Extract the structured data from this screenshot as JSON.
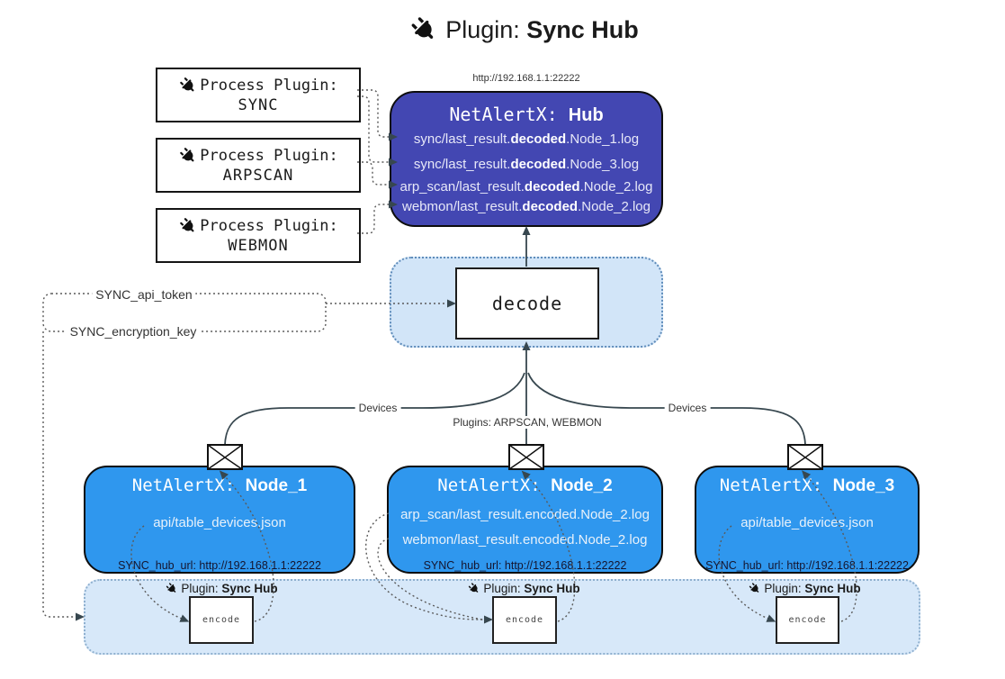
{
  "title": {
    "prefix": "Plugin: ",
    "bold": "Sync Hub"
  },
  "process_plugins": [
    {
      "label": "Process Plugin:",
      "name": "SYNC"
    },
    {
      "label": "Process Plugin:",
      "name": "ARPSCAN"
    },
    {
      "label": "Process Plugin:",
      "name": "WEBMON"
    }
  ],
  "hub": {
    "url": "http://192.168.1.1:22222",
    "title_prefix": "NetAlertX: ",
    "title_bold": "Hub",
    "lines": [
      {
        "pre": "sync/last_result.",
        "bold": "decoded",
        "post": ".Node_1.log"
      },
      {
        "pre": "sync/last_result.",
        "bold": "decoded",
        "post": ".Node_3.log"
      },
      {
        "pre": "arp_scan/last_result.",
        "bold": "decoded",
        "post": ".Node_2.log"
      },
      {
        "pre": "webmon/last_result.",
        "bold": "decoded",
        "post": ".Node_2.log"
      }
    ]
  },
  "decode": {
    "label": "decode"
  },
  "config": {
    "api_token": "SYNC_api_token",
    "encryption_key": "SYNC_encryption_key"
  },
  "edges": {
    "devices_left": "Devices",
    "plugins_mid": "Plugins: ARPSCAN, WEBMON",
    "devices_right": "Devices"
  },
  "nodes": [
    {
      "title_prefix": "NetAlertX: ",
      "title_bold": "Node_1",
      "files": [
        "api/table_devices.json"
      ],
      "hub_url": "SYNC_hub_url: http://192.168.1.1:22222"
    },
    {
      "title_prefix": "NetAlertX: ",
      "title_bold": "Node_2",
      "files": [
        "arp_scan/last_result.encoded.Node_2.log",
        "webmon/last_result.encoded.Node_2.log"
      ],
      "hub_url": "SYNC_hub_url: http://192.168.1.1:22222"
    },
    {
      "title_prefix": "NetAlertX: ",
      "title_bold": "Node_3",
      "files": [
        "api/table_devices.json"
      ],
      "hub_url": "SYNC_hub_url: http://192.168.1.1:22222"
    }
  ],
  "encode": {
    "label_prefix": "Plugin: ",
    "label_bold": "Sync Hub",
    "box_label": "encode"
  },
  "colors": {
    "hub_fill": "#4347b2",
    "node_fill": "#2f97ee",
    "band_fill": "#d7e8f9",
    "decode_container_fill": "#d2e5f8",
    "solid_line": "#37474f",
    "dotted_line": "#5a5a5a"
  }
}
